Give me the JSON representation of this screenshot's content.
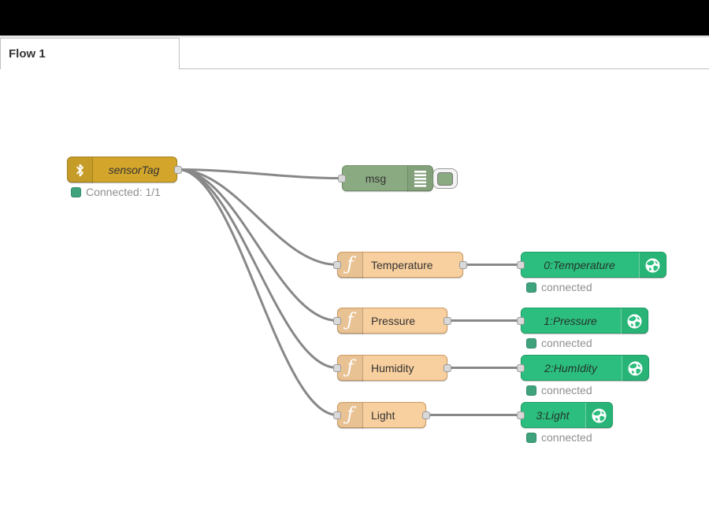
{
  "tabbar": {
    "active_tab": "Flow 1"
  },
  "nodes": {
    "sensortag": {
      "label": "sensorTag",
      "status": "Connected: 1/1"
    },
    "debug": {
      "label": "msg"
    },
    "func_temperature": {
      "label": "Temperature"
    },
    "func_pressure": {
      "label": "Pressure"
    },
    "func_humidity": {
      "label": "Humidity"
    },
    "func_light": {
      "label": "Light"
    },
    "ws_temperature": {
      "label": "0:Temperature",
      "status": "connected"
    },
    "ws_pressure": {
      "label": "1:Pressure",
      "status": "connected"
    },
    "ws_humidity": {
      "label": "2:HumIdity",
      "status": "connected"
    },
    "ws_light": {
      "label": "3:Light",
      "status": "connected"
    }
  },
  "icons": {
    "sensortag": "bluetooth-icon",
    "debug": "debug-list-icon",
    "functions": "function-f-icon",
    "websocket": "globe-icon"
  },
  "colors": {
    "header": "#000000",
    "sensortag_node": "#d3a62b",
    "function_node": "#f8cf9e",
    "debug_node": "#8aaa81",
    "websocket_node": "#2cbe7e",
    "status_dot": "#3fa47d",
    "status_text": "#8f8f8f",
    "wire": "#888888"
  }
}
